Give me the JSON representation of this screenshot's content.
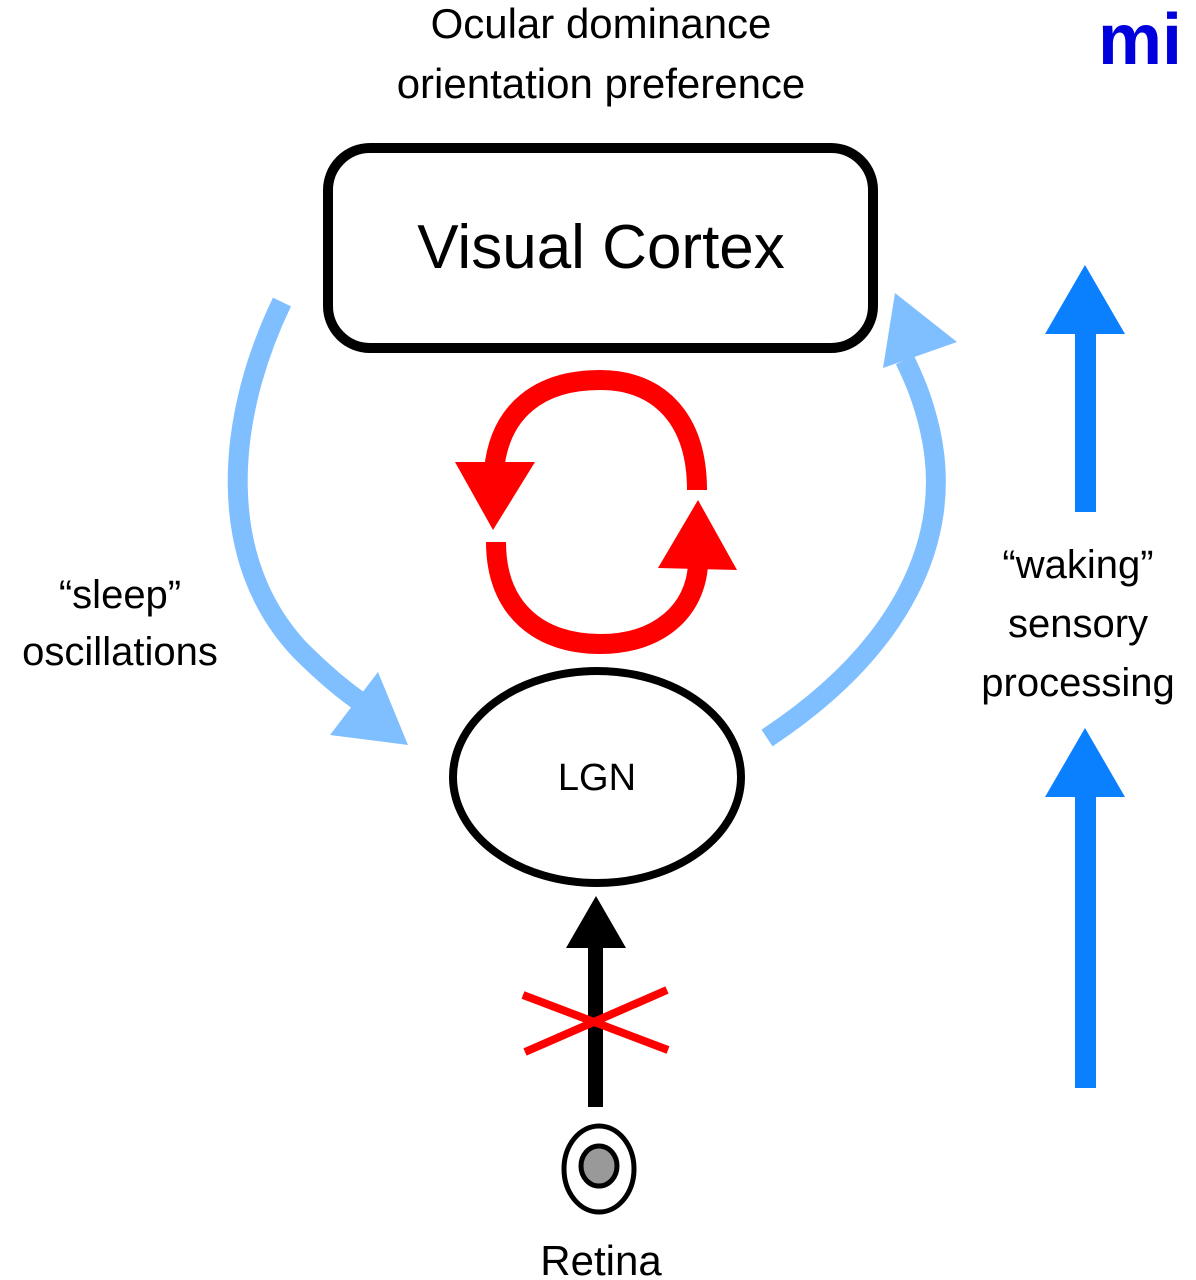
{
  "top_label": {
    "line1": "Ocular dominance",
    "line2": "orientation preference"
  },
  "cortex_box": {
    "label": "Visual Cortex"
  },
  "lgn": {
    "label": "LGN"
  },
  "retina": {
    "label": "Retina"
  },
  "sleep_label": {
    "line1": "“sleep”",
    "line2": "oscillations"
  },
  "waking_label": {
    "line1": "“waking”",
    "line2": "sensory",
    "line3": "processing"
  },
  "logo": {
    "text": "mi"
  },
  "icons": {
    "feedback_loop": "circular-arrows-icon",
    "blocked_input": "x-cross-icon",
    "retina": "eye-icon"
  },
  "colors": {
    "light_blue_arrow": "#7fbfff",
    "bright_blue_arrow": "#0a80ff",
    "red_loop": "#ff0000",
    "logo": "#0000dd",
    "retina_fill": "#999999"
  }
}
